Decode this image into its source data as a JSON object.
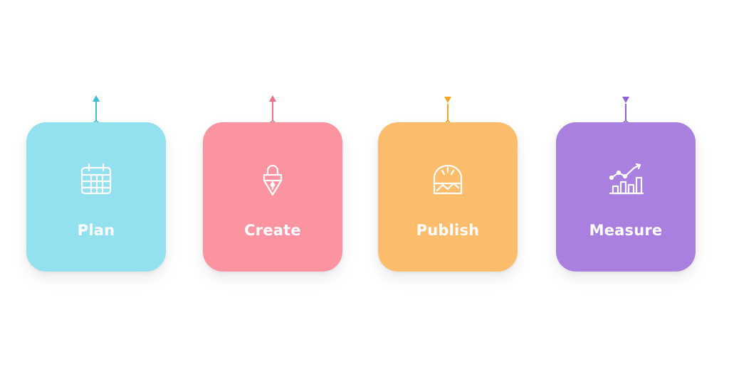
{
  "steps": [
    {
      "label": "Plan",
      "icon": "calendar-icon",
      "color": "#93e0ef",
      "accent": "#3bbfd6"
    },
    {
      "label": "Create",
      "icon": "pen-nib-icon",
      "color": "#fb93a1",
      "accent": "#ee6f86"
    },
    {
      "label": "Publish",
      "icon": "image-frame-icon",
      "color": "#fbbd6c",
      "accent": "#f5a623"
    },
    {
      "label": "Measure",
      "icon": "growth-chart-icon",
      "color": "#a97fe0",
      "accent": "#8f5fd4"
    }
  ]
}
